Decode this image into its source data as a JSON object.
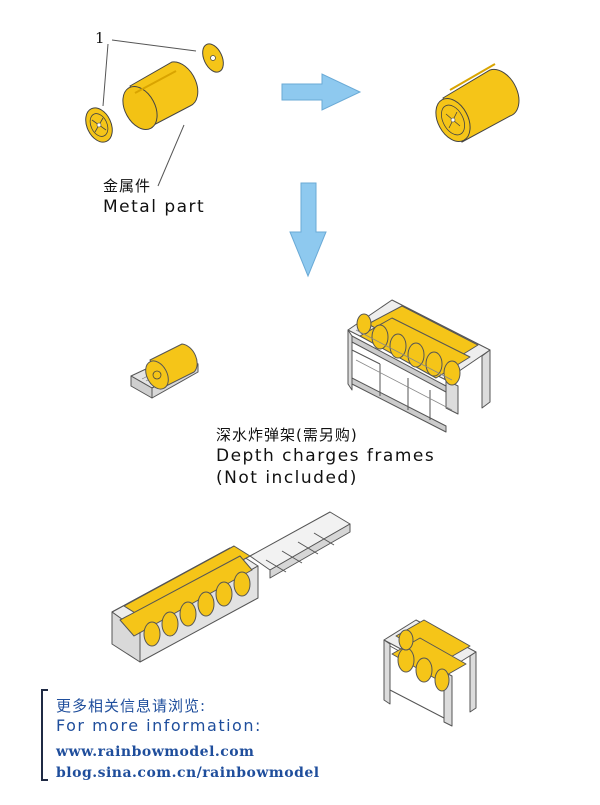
{
  "callout": {
    "number": "1"
  },
  "metal_part": {
    "label_cn": "金属件",
    "label_en": "Metal part"
  },
  "frames": {
    "label_cn": "深水炸弹架(需另购)",
    "label_en": "Depth charges frames",
    "note_en": "(Not included)"
  },
  "info": {
    "label_cn": "更多相关信息请浏览:",
    "label_en": "For more information:",
    "url_1": "www.rainbowmodel.com",
    "url_2": "blog.sina.com.cn/rainbowmodel"
  },
  "colors": {
    "canister": "#f5c518",
    "canister_dark": "#d9a400",
    "arrow": "#8ec9ef",
    "frame": "#e4e4e4",
    "text_blue": "#1f4e9c"
  }
}
